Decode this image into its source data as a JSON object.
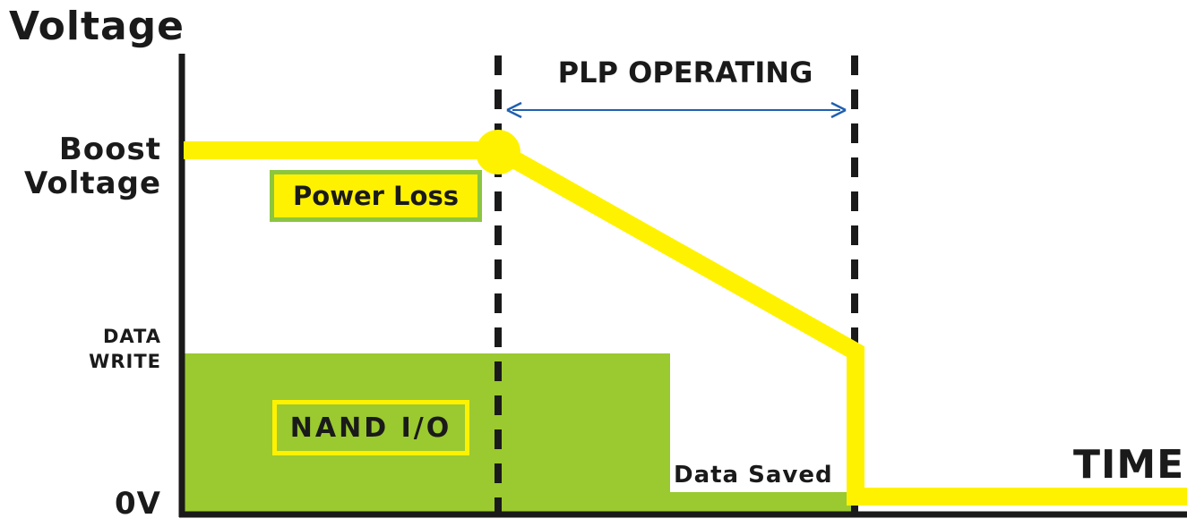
{
  "labels": {
    "y_axis_title": "Voltage",
    "x_axis_title": "TIME",
    "y_boost_line1": "Boost",
    "y_boost_line2": "Voltage",
    "y_data_write_line1": "DATA",
    "y_data_write_line2": "WRITE",
    "y_zero": "0V",
    "plp_operating": "PLP OPERATING",
    "power_loss": "Power Loss",
    "nand_io": "NAND I/O",
    "data_saved": "Data Saved"
  },
  "colors": {
    "voltage_line": "#fff200",
    "nand_region": "#9bc930",
    "arrow": "#2060b0",
    "axis": "#1a1a1a"
  }
}
